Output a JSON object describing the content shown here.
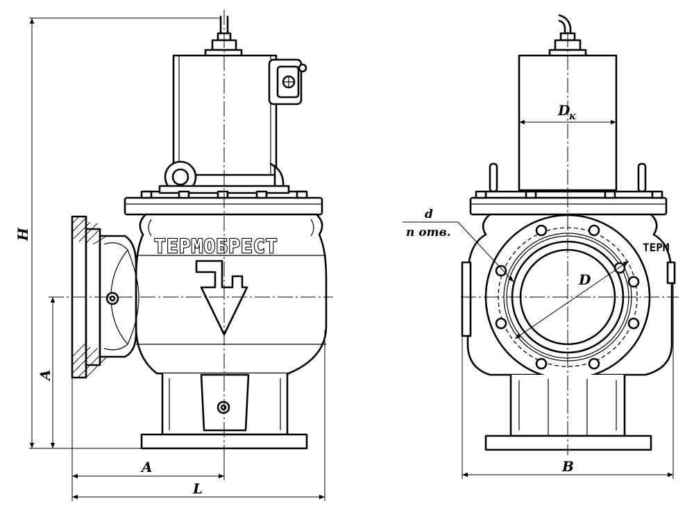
{
  "drawing": {
    "brand_text": "ТЕРМОБРЕСТ",
    "brand_text_side": "ТЕРМ",
    "dimensions": {
      "height": "H",
      "axis_height": "A",
      "axis_offset": "A",
      "length": "L",
      "width": "B",
      "coil_diameter": "D",
      "coil_diameter_sub": "К",
      "flange_diameter": "D",
      "hole_diameter": "d",
      "hole_count": "n отв."
    }
  }
}
